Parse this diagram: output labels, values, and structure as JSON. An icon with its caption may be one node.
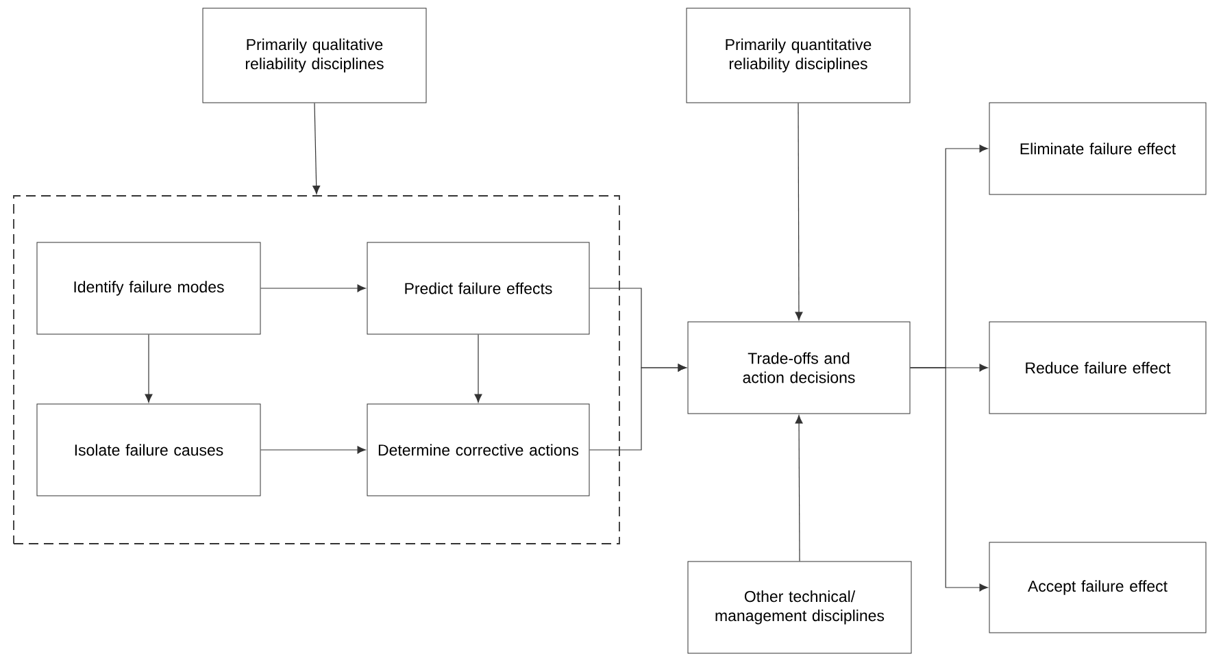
{
  "diagram": {
    "nodes": [
      {
        "text": [
          "Primarily qualitative reliability disciplines"
        ]
      },
      {
        "text": [],
        "shape": "box"
      },
      {
        "text": [
          "Identify failure modes"
        ],
        "in": 1
      },
      {
        "text": [
          "Predict failure effects"
        ],
        "in": 1
      },
      {
        "text": [
          "Isolate failure causes"
        ],
        "in": 1
      },
      {
        "text": [
          "Determine corrective actions"
        ],
        "in": 1
      },
      {
        "text": [
          "Primarily quantitative reliability disciplines"
        ]
      },
      {
        "text": [
          "Trade-offs and action decisions"
        ]
      },
      {
        "text": [
          "Eliminate failure effect"
        ]
      },
      {
        "text": [
          "Reduce failure effect"
        ]
      },
      {
        "text": [
          "Accept failure effect"
        ]
      },
      {
        "text": [
          "Other technical/ management disciplines"
        ]
      }
    ],
    "edges": [
      {
        "from": 0,
        "to": 1,
        "arrow": "to"
      },
      {
        "from": 2,
        "to": 3,
        "arrow": "to"
      },
      {
        "from": 2,
        "to": 4,
        "arrow": "to"
      },
      {
        "from": 3,
        "to": 5,
        "arrow": "to"
      },
      {
        "from": 4,
        "to": 5,
        "arrow": "to"
      },
      {
        "from": 3,
        "to": 7,
        "arrow": "to"
      },
      {
        "from": 5,
        "to": 7,
        "arrow": "to"
      },
      {
        "from": 6,
        "to": 7,
        "arrow": "to"
      },
      {
        "from": 11,
        "to": 7,
        "arrow": "to"
      },
      {
        "from": 7,
        "to": 8,
        "arrow": "to"
      },
      {
        "from": 7,
        "to": 9,
        "arrow": "to"
      },
      {
        "from": 7,
        "to": 10,
        "arrow": "to"
      }
    ]
  }
}
